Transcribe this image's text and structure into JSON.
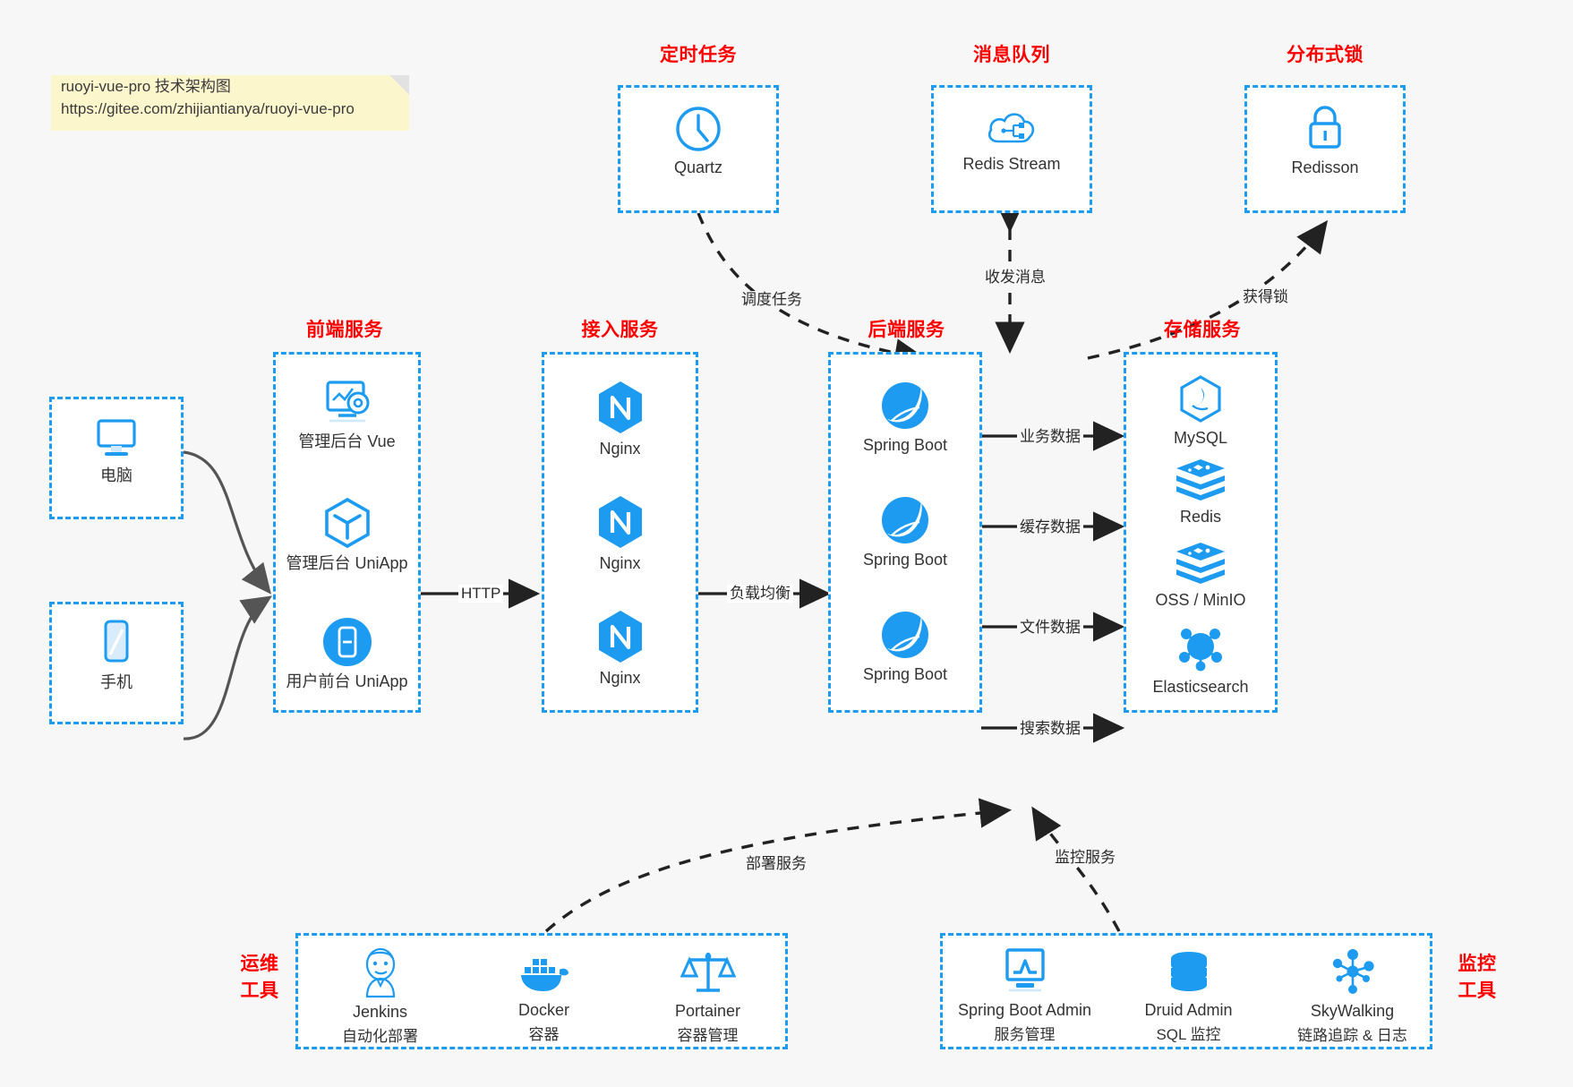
{
  "note": {
    "line1": "ruoyi-vue-pro 技术架构图",
    "line2": "https://gitee.com/zhijiantianya/ruoyi-vue-pro"
  },
  "colors": {
    "accent_blue": "#1c9bf0",
    "title_red": "#fd0000",
    "background": "#f7f7f7",
    "note_yellow": "#fcf6cd",
    "edge_gray": "#555555",
    "edge_black": "#222222"
  },
  "groups": {
    "scheduled_task": {
      "title": "定时任务"
    },
    "message_queue": {
      "title": "消息队列"
    },
    "distributed_lock": {
      "title": "分布式锁"
    },
    "frontend": {
      "title": "前端服务"
    },
    "gateway": {
      "title": "接入服务"
    },
    "backend": {
      "title": "后端服务"
    },
    "storage": {
      "title": "存储服务"
    },
    "devops": {
      "title_line1": "运维",
      "title_line2": "工具"
    },
    "monitor": {
      "title_line1": "监控",
      "title_line2": "工具"
    }
  },
  "clients": [
    {
      "label": "电脑",
      "icon": "desktop-computer-icon"
    },
    {
      "label": "手机",
      "icon": "mobile-phone-icon"
    }
  ],
  "scheduled_task_nodes": [
    {
      "label": "Quartz",
      "icon": "clock-icon"
    }
  ],
  "message_queue_nodes": [
    {
      "label": "Redis Stream",
      "icon": "cloud-stream-icon"
    }
  ],
  "distributed_lock_nodes": [
    {
      "label": "Redisson",
      "icon": "lock-icon"
    }
  ],
  "frontend_nodes": [
    {
      "label": "管理后台 Vue",
      "icon": "dashboard-gear-icon"
    },
    {
      "label": "管理后台 UniApp",
      "icon": "cube-icon"
    },
    {
      "label": "用户前台 UniApp",
      "icon": "mobile-app-icon"
    }
  ],
  "gateway_nodes": [
    {
      "label": "Nginx",
      "icon": "nginx-icon"
    },
    {
      "label": "Nginx",
      "icon": "nginx-icon"
    },
    {
      "label": "Nginx",
      "icon": "nginx-icon"
    }
  ],
  "backend_nodes": [
    {
      "label": "Spring Boot",
      "icon": "spring-boot-icon"
    },
    {
      "label": "Spring Boot",
      "icon": "spring-boot-icon"
    },
    {
      "label": "Spring Boot",
      "icon": "spring-boot-icon"
    }
  ],
  "storage_nodes": [
    {
      "label": "MySQL",
      "icon": "mysql-icon"
    },
    {
      "label": "Redis",
      "icon": "redis-icon"
    },
    {
      "label": "OSS / MinIO",
      "icon": "oss-minio-icon"
    },
    {
      "label": "Elasticsearch",
      "icon": "elasticsearch-icon"
    }
  ],
  "devops_nodes": [
    {
      "label": "Jenkins",
      "sub": "自动化部署",
      "icon": "jenkins-icon"
    },
    {
      "label": "Docker",
      "sub": "容器",
      "icon": "docker-icon"
    },
    {
      "label": "Portainer",
      "sub": "容器管理",
      "icon": "scales-icon"
    }
  ],
  "monitor_nodes": [
    {
      "label": "Spring Boot Admin",
      "sub": "服务管理",
      "icon": "monitor-chart-icon"
    },
    {
      "label": "Druid Admin",
      "sub": "SQL 监控",
      "icon": "database-icon"
    },
    {
      "label": "SkyWalking",
      "sub": "链路追踪 & 日志",
      "icon": "network-nodes-icon"
    }
  ],
  "edge_labels": {
    "http": "HTTP",
    "load_balance": "负载均衡",
    "schedule_task": "调度任务",
    "send_receive_message": "收发消息",
    "acquire_lock": "获得锁",
    "business_data": "业务数据",
    "cache_data": "缓存数据",
    "file_data": "文件数据",
    "search_data": "搜索数据",
    "deploy_service": "部署服务",
    "monitor_service": "监控服务"
  }
}
